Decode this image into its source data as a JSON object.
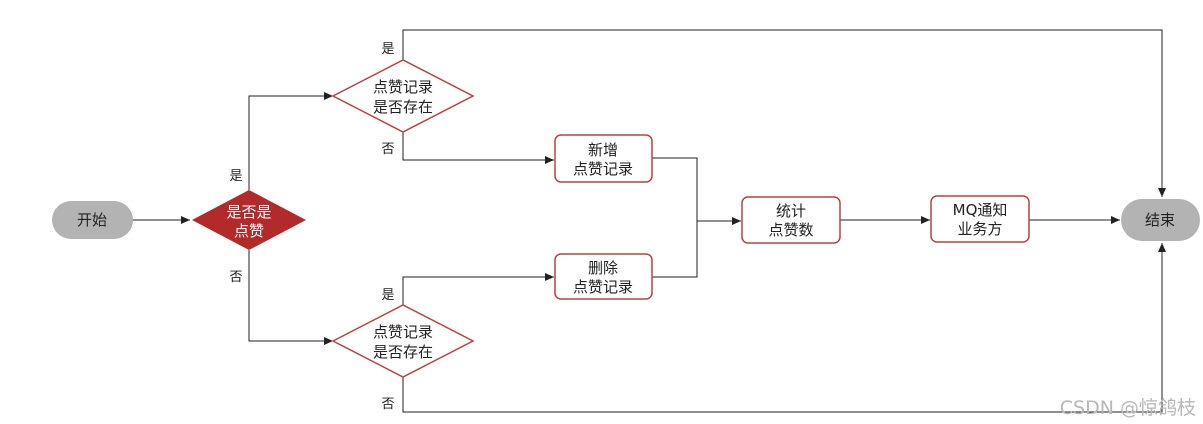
{
  "nodes": {
    "start": "开始",
    "end": "结束",
    "is_liked": [
      "是否是",
      "点赞"
    ],
    "check_exists_top": [
      "点赞记录",
      "是否存在"
    ],
    "check_exists_bottom": [
      "点赞记录",
      "是否存在"
    ],
    "add_record": [
      "新增",
      "点赞记录"
    ],
    "delete_record": [
      "删除",
      "点赞记录"
    ],
    "count_likes": [
      "统计",
      "点赞数"
    ],
    "mq_notify": [
      "MQ通知",
      "业务方"
    ]
  },
  "edge_labels": {
    "liked_yes": "是",
    "liked_no": "否",
    "top_yes": "是",
    "top_no": "否",
    "bottom_yes": "是",
    "bottom_no": "否"
  },
  "watermark": "CSDN @惊鸽枝",
  "colors": {
    "decision_fill": "#b22a2a",
    "decision_outline": "#b54343",
    "box_outline": "#b54343",
    "terminal_fill": "#b3b3b3",
    "line": "#222222"
  }
}
